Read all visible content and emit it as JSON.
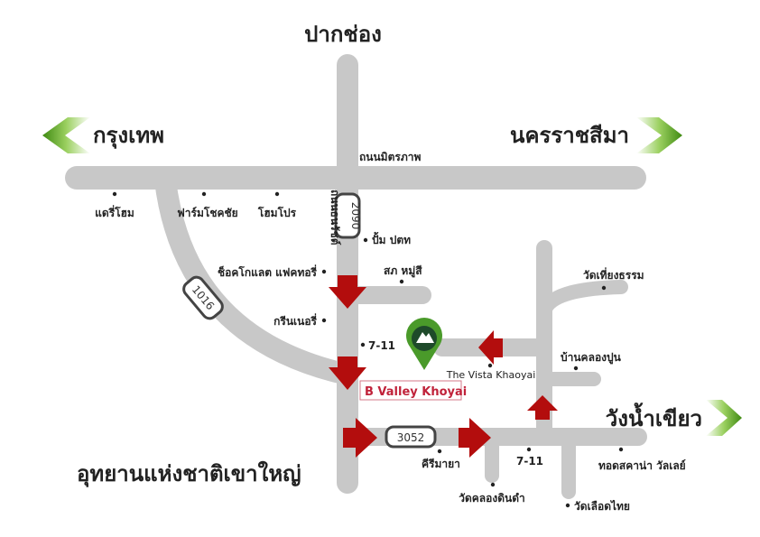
{
  "destinations": {
    "north": "ปากช่อง",
    "west": "กรุงเทพ",
    "east": "นครราชสีมา",
    "southeast": "วังน้ำเขียว",
    "southwest": "อุทยานแห่งชาติเขาใหญ่"
  },
  "roads": {
    "main_road_name": "ถนนมิตรภาพ",
    "vertical_road_name": "ถนนธนรัชต์",
    "route_2090": "2090",
    "route_1016": "1016",
    "route_3052": "3052"
  },
  "landmarks": {
    "dairy_home": "แดรี่โฮม",
    "farm_chokchai": "ฟาร์มโชคชัย",
    "homepro": "โฮมโปร",
    "ptt": "ปั้ม ปตท",
    "chocolate_factory": "ช็อคโกแลต แฟคทอรี่",
    "police": "สภ หมู่สี",
    "greenery": "กรีนเนอรี่",
    "seven_eleven_1": "7-11",
    "the_vista": "The Vista Khaoyai",
    "wat_thiang": "วัดเที่ยงธรรม",
    "ban_khlong_pun": "บ้านคลองปูน",
    "kirimaya": "คีรีมายา",
    "seven_eleven_2": "7-11",
    "wat_khlong_din_dam": "วัดคลองดินดำ",
    "wat_lueat_thai": "วัดเลือดไทย",
    "toscana": "ทอดสคาน่า วัลเลย์"
  },
  "destination_label": "B Valley Khoyai",
  "colors": {
    "road": "#c8c8c8",
    "arrow": "#b30d0d",
    "chevron": "#5aa61e",
    "pin": "#4a9a2a",
    "label_red": "#c0223a"
  }
}
